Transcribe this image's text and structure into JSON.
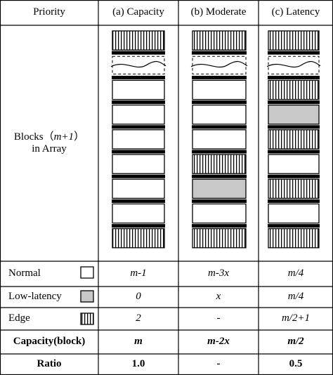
{
  "header": {
    "priority": "Priority",
    "capacity": "(a) Capacity",
    "moderate": "(b) Moderate",
    "latency": "(c) Latency"
  },
  "array_label": {
    "line1_pre": "Blocks（",
    "line1_var": "m+1",
    "line1_post": "）",
    "line2": "in Array"
  },
  "columns": {
    "capacity": [
      "edge",
      "gap",
      "normal",
      "normal",
      "normal",
      "normal",
      "normal",
      "normal",
      "edge"
    ],
    "moderate": [
      "edge",
      "gap",
      "normal",
      "normal",
      "normal",
      "edge",
      "low",
      "normal",
      "edge"
    ],
    "latency": [
      "edge",
      "gap",
      "edge",
      "low",
      "edge",
      "normal",
      "edge",
      "normal",
      "edge"
    ]
  },
  "legend_colors": {
    "normal_fill": "#ffffff",
    "low_fill": "#c8c8c8",
    "edge_hatch": "#000000"
  },
  "rows": {
    "normal": {
      "label": "Normal",
      "capacity": "m-1",
      "moderate": "m-3x",
      "latency": "m/4"
    },
    "low": {
      "label": "Low-latency",
      "capacity": "0",
      "moderate": "x",
      "latency": "m/4"
    },
    "edge": {
      "label": "Edge",
      "capacity": "2",
      "moderate": "-",
      "latency": "m/2+1"
    },
    "capblock": {
      "label": "Capacity(block)",
      "capacity": "m",
      "moderate": "m-2x",
      "latency": "m/2"
    },
    "ratio": {
      "label": "Ratio",
      "capacity": "1.0",
      "moderate": "-",
      "latency": "0.5"
    }
  }
}
